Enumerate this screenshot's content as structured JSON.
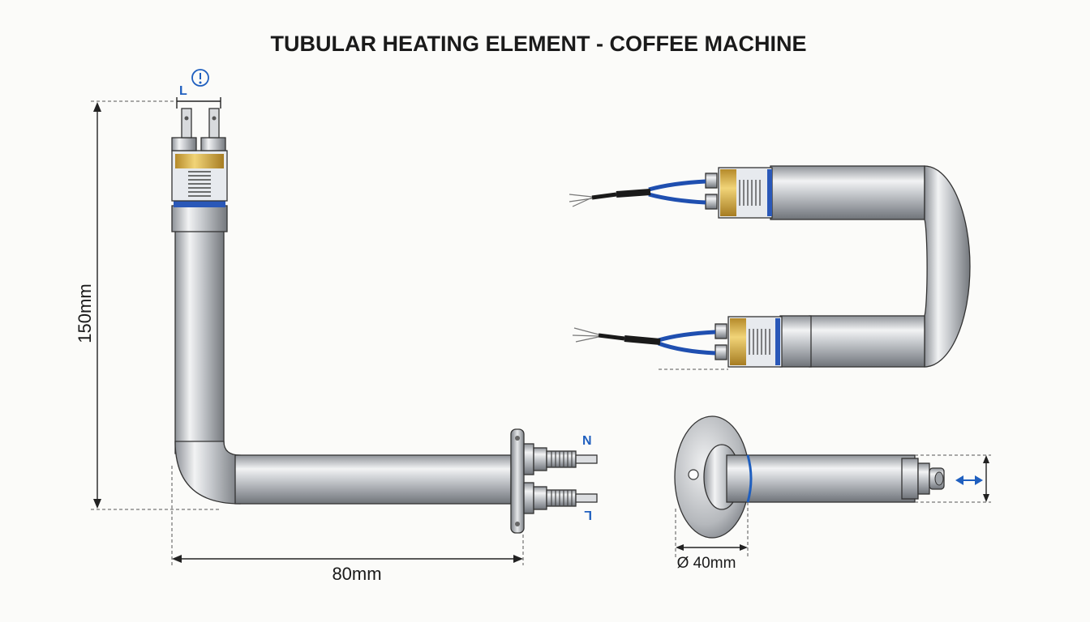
{
  "title": "TUBULAR HEATING ELEMENT - COFFEE MACHINE",
  "dimensions": {
    "height": "150mm",
    "length": "80mm",
    "flange_diameter": "Ø 40mm"
  },
  "terminal_labels": {
    "top_left": "L",
    "right_top": "N",
    "right_bottom": "L"
  },
  "icons": {
    "top_info": "info-circle-icon",
    "right_arrow": "double-arrow-icon"
  },
  "colors": {
    "accent_blue": "#1f5fbf",
    "brass": "#d9b24a",
    "steel": "#b8bcc2"
  }
}
